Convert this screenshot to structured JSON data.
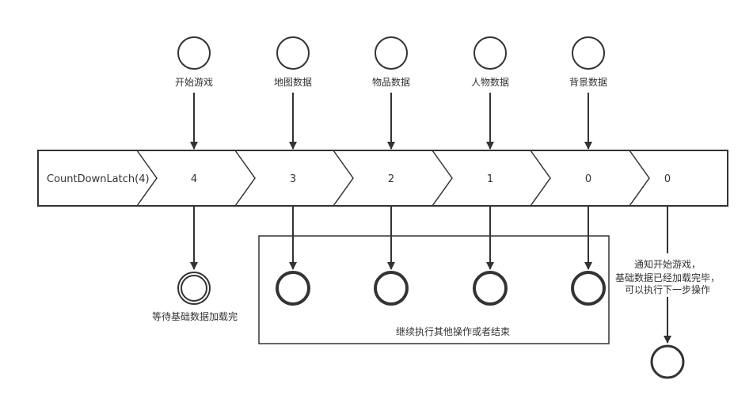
{
  "top_labels": [
    "开始游戏",
    "地图数据",
    "物品数据",
    "人物数据",
    "背景数据"
  ],
  "latch": {
    "title": "CountDownLatch(4)",
    "counts": [
      "4",
      "3",
      "2",
      "1",
      "0",
      "0"
    ]
  },
  "bottom": {
    "waiting_label": "等待基础数据加载完",
    "continue_label": "继续执行其他操作或者结束",
    "notify_lines": [
      "通知开始游戏，",
      "基础数据已经加载完毕，",
      "可以执行下一步操作"
    ]
  }
}
